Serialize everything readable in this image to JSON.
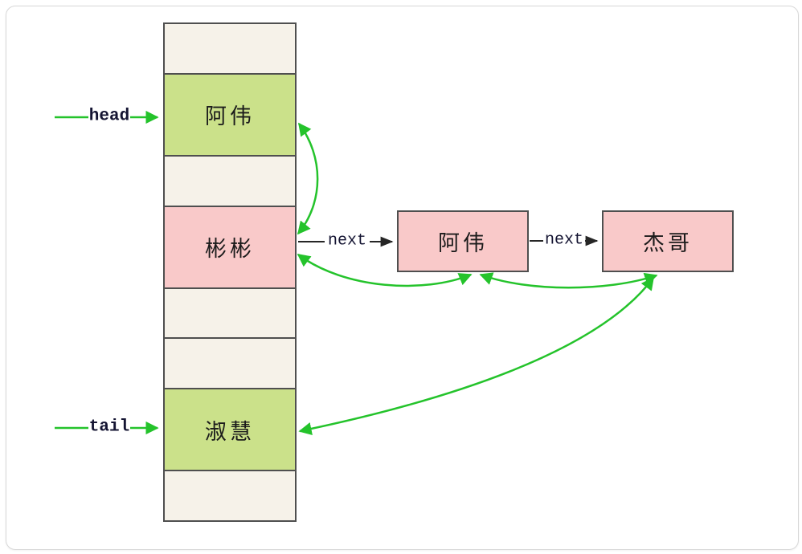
{
  "diagram_title": "linked-hash-map-structure",
  "colors": {
    "slot_empty": "#f6f2e9",
    "slot_green": "#cbe18a",
    "node_pink": "#f9c9c9",
    "box_border": "#4f4f4f",
    "arrow_green": "#24c32b",
    "arrow_black": "#262626",
    "label_text": "#141432",
    "cell_text": "#1b1b1b",
    "frame_border": "#d7d7d7"
  },
  "pointers": {
    "head": "head",
    "tail": "tail"
  },
  "bucket_array": {
    "cells": [
      {
        "index": 0,
        "label": "",
        "type": "empty"
      },
      {
        "index": 1,
        "label": "阿伟",
        "type": "green"
      },
      {
        "index": 2,
        "label": "",
        "type": "empty"
      },
      {
        "index": 3,
        "label": "彬彬",
        "type": "pink"
      },
      {
        "index": 4,
        "label": "",
        "type": "empty"
      },
      {
        "index": 5,
        "label": "",
        "type": "empty"
      },
      {
        "index": 6,
        "label": "淑慧",
        "type": "green"
      },
      {
        "index": 7,
        "label": "",
        "type": "empty"
      }
    ]
  },
  "list_nodes": [
    {
      "label": "阿伟"
    },
    {
      "label": "杰哥"
    }
  ],
  "edge_labels": {
    "next1": "next",
    "next2": "next"
  }
}
